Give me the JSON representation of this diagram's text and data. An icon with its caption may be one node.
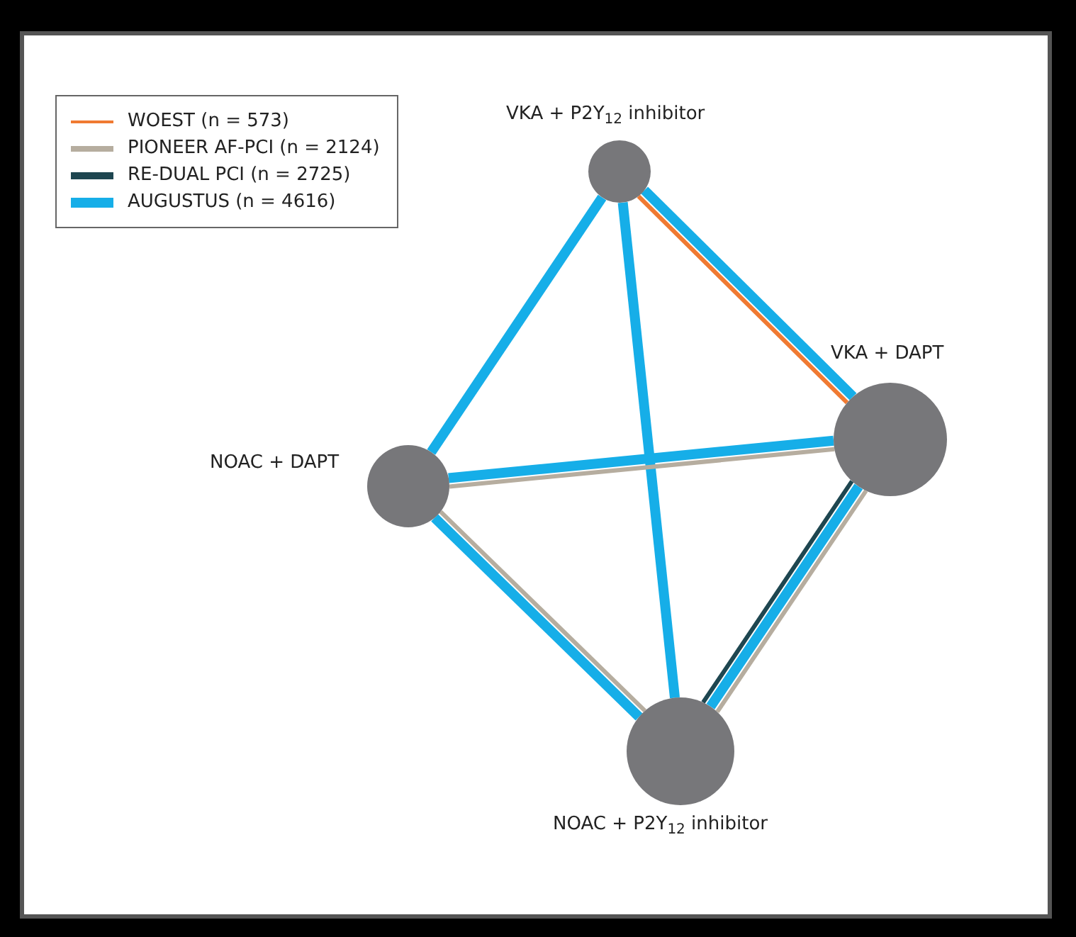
{
  "diagram": {
    "nodes": [
      {
        "text": [
          "VKA + P2Y$_{12}$ inhibitor"
        ]
      },
      {
        "text": [
          "VKA + DAPT"
        ]
      },
      {
        "text": [
          "NOAC + DAPT"
        ]
      },
      {
        "text": [
          "NOAC + P2Y$_{12}$ inhibitor"
        ]
      }
    ],
    "edges": [
      {
        "from": 0,
        "to": 1,
        "arrow": "none"
      },
      {
        "from": 0,
        "to": 1,
        "arrow": "none",
        "color": "#f07a32"
      },
      {
        "from": 0,
        "to": 2,
        "arrow": "none"
      },
      {
        "from": 0,
        "to": 3,
        "arrow": "none"
      },
      {
        "from": 2,
        "to": 1,
        "arrow": "none",
        "color": "#b6ad9f"
      },
      {
        "from": 2,
        "to": 1,
        "arrow": "none"
      },
      {
        "from": 2,
        "to": 3,
        "arrow": "none",
        "color": "#b6ad9f"
      },
      {
        "from": 2,
        "to": 3,
        "arrow": "none"
      },
      {
        "from": 1,
        "to": 3,
        "arrow": "none",
        "color": "#b6ad9f"
      },
      {
        "from": 1,
        "to": 3,
        "arrow": "none"
      },
      {
        "from": 1,
        "to": 3,
        "arrow": "none",
        "color": "#1e4650"
      }
    ],
    "legend": [
      {
        "text": "WOEST (n = 573)",
        "color": "#f07a32"
      },
      {
        "text": "PIONEER AF-PCI (n = 2124)",
        "color": "#b6ad9f"
      },
      {
        "text": "RE-DUAL PCI (n = 2725)",
        "color": "#1e4650"
      },
      {
        "text": "AUGUSTUS (n = 4616)",
        "color": "#16aee8"
      }
    ]
  }
}
